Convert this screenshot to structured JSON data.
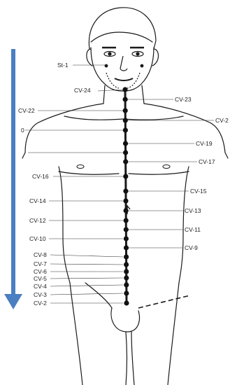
{
  "labels": {
    "st1": "St-1",
    "cv24": "CV-24",
    "cv23": "CV-23",
    "cv22": "CV-22",
    "cv21": "CV-2",
    "cv20": "0",
    "cv19": "CV-19",
    "cv17": "CV-17",
    "cv16": "CV-16",
    "cv15": "CV-15",
    "cv14": "CV-14",
    "cv13": "CV-13",
    "cv12": "CV-12",
    "cv11": "CV-11",
    "cv10": "CV-10",
    "cv9": "CV-9",
    "cv8": "CV-8",
    "cv7": "CV-7",
    "cv6": "CV-6",
    "cv5": "CV-5",
    "cv4": "CV-4",
    "cv3": "CV-3",
    "cv2": "CV-2"
  },
  "colors": {
    "arrow": "#4a7fc1",
    "ink": "#1a1a1a"
  }
}
